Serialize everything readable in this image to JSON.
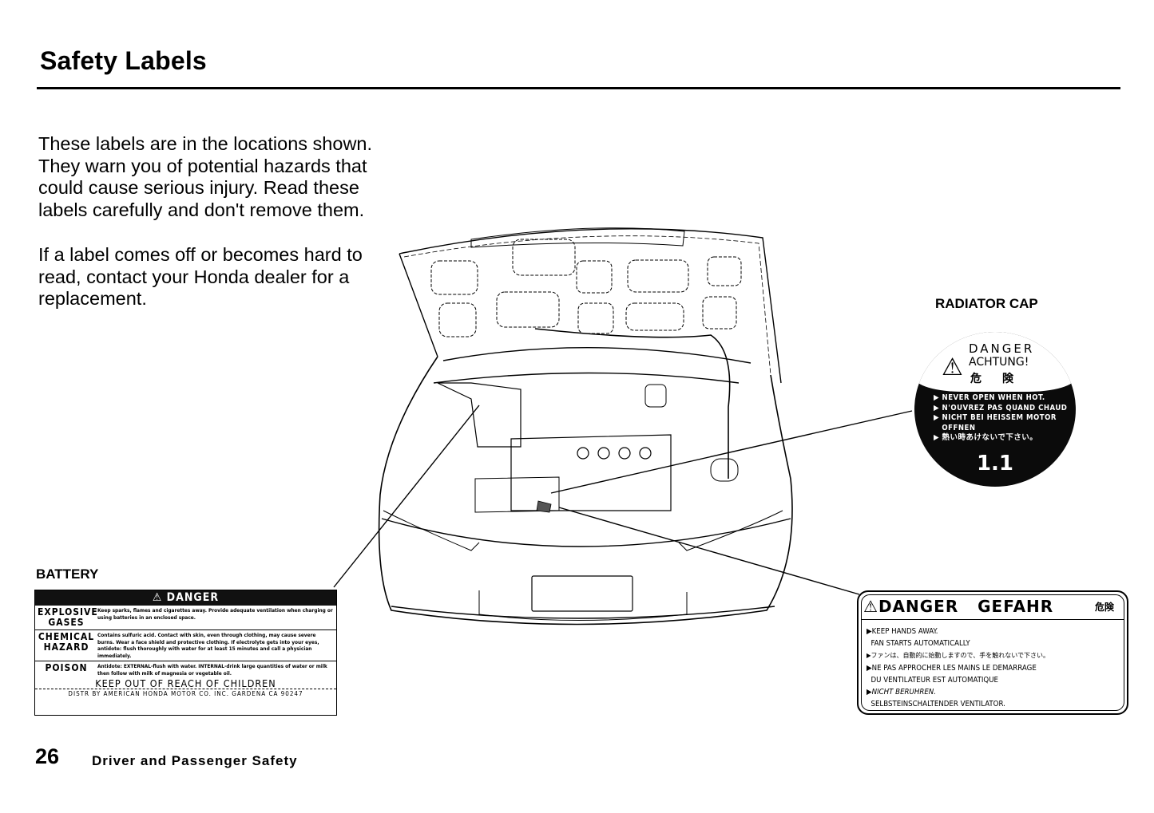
{
  "page": {
    "title": "Safety Labels",
    "intro_paragraphs": [
      "These labels are in the locations shown. They warn you of potential hazards that could cause serious injury. Read these labels carefully and don't remove them.",
      "If a label comes off or becomes hard to read, contact your Honda dealer for a replacement."
    ],
    "footer": {
      "page_number": "26",
      "section": "Driver and Passenger Safety"
    }
  },
  "diagram": {
    "subject": "car-front-hood-open-engine-bay",
    "callouts": [
      "battery",
      "radiator-cap",
      "fan"
    ]
  },
  "battery_label": {
    "heading": "BATTERY",
    "danger_bar": "DANGER",
    "rows": [
      {
        "key": "EXPLOSIVE GASES",
        "text": "Keep sparks, flames and cigarettes away. Provide adequate ventilation when charging or using batteries in an enclosed space."
      },
      {
        "key": "CHEMICAL HAZARD",
        "text": "Contains sulfuric acid. Contact with skin, even through clothing, may cause severe burns. Wear a face shield and protective clothing. If electrolyte gets into your eyes, antidote: flush thoroughly with water for at least 15 minutes and call a physician immediately."
      },
      {
        "key": "POISON",
        "text": "Antidote: EXTERNAL-flush with water. INTERNAL-drink large quantities of water or milk then follow with milk of magnesia or vegetable oil."
      }
    ],
    "keep_out": "KEEP OUT OF REACH OF CHILDREN",
    "distributor": "DISTR BY  AMERICAN HONDA MOTOR CO. INC.  GARDENA  CA 90247"
  },
  "radiator_label": {
    "heading": "RADIATOR CAP",
    "danger": "DANGER",
    "achtung": "ACHTUNG!",
    "kanji": "危険",
    "lines": [
      "▶ NEVER OPEN WHEN HOT.",
      "▶ N'OUVREZ PAS QUAND CHAUD",
      "▶ NICHT BEI HEISSEM MOTOR",
      "   OFFNEN",
      "▶ 熱い時あけないで下さい。"
    ],
    "pressure": "1.1"
  },
  "fan_label": {
    "heading": "DANGER   GEFAHR",
    "kanji": "危険",
    "lines": [
      "▶KEEP HANDS AWAY.",
      "  FAN STARTS AUTOMATICALLY",
      "▶ファンは、自動的に始動しますので、手を触れないで下さい。",
      "▶NE PAS APPROCHER LES MAINS LE DEMARRAGE",
      "  DU VENTILATEUR EST AUTOMATIQUE",
      "▶NICHT BERUHREN.",
      "  SELBSTEINSCHALTENDER VENTILATOR."
    ]
  }
}
